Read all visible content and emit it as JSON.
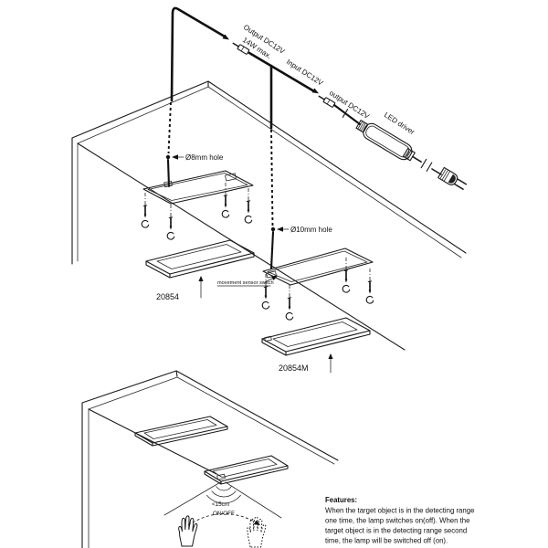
{
  "diagram": {
    "labels": {
      "output_dc12v": "Output DC12V",
      "output_dc12v_max": "14W max.",
      "input_dc12v": "Input DC12V",
      "output_dc12v_driver": "output DC12V",
      "led_driver": "LED driver",
      "hole_8mm": "Ø8mm hole",
      "hole_10mm": "Ø10mm hole",
      "movement_sensor": "movement sensor switch",
      "model_lamp_1": "20854",
      "model_lamp_2": "20854M",
      "detect_range": "<15cm",
      "on_off": "ON/OFF"
    },
    "features": {
      "title": "Features:",
      "lines": [
        "When the target object is in the detecting range",
        "one time, the lamp switches on(off). When the",
        "target object is in the detecting range second",
        "time, the lamp will be switched off (on)."
      ]
    },
    "colors": {
      "line": "#1a1a1a",
      "background": "#ffffff"
    }
  }
}
